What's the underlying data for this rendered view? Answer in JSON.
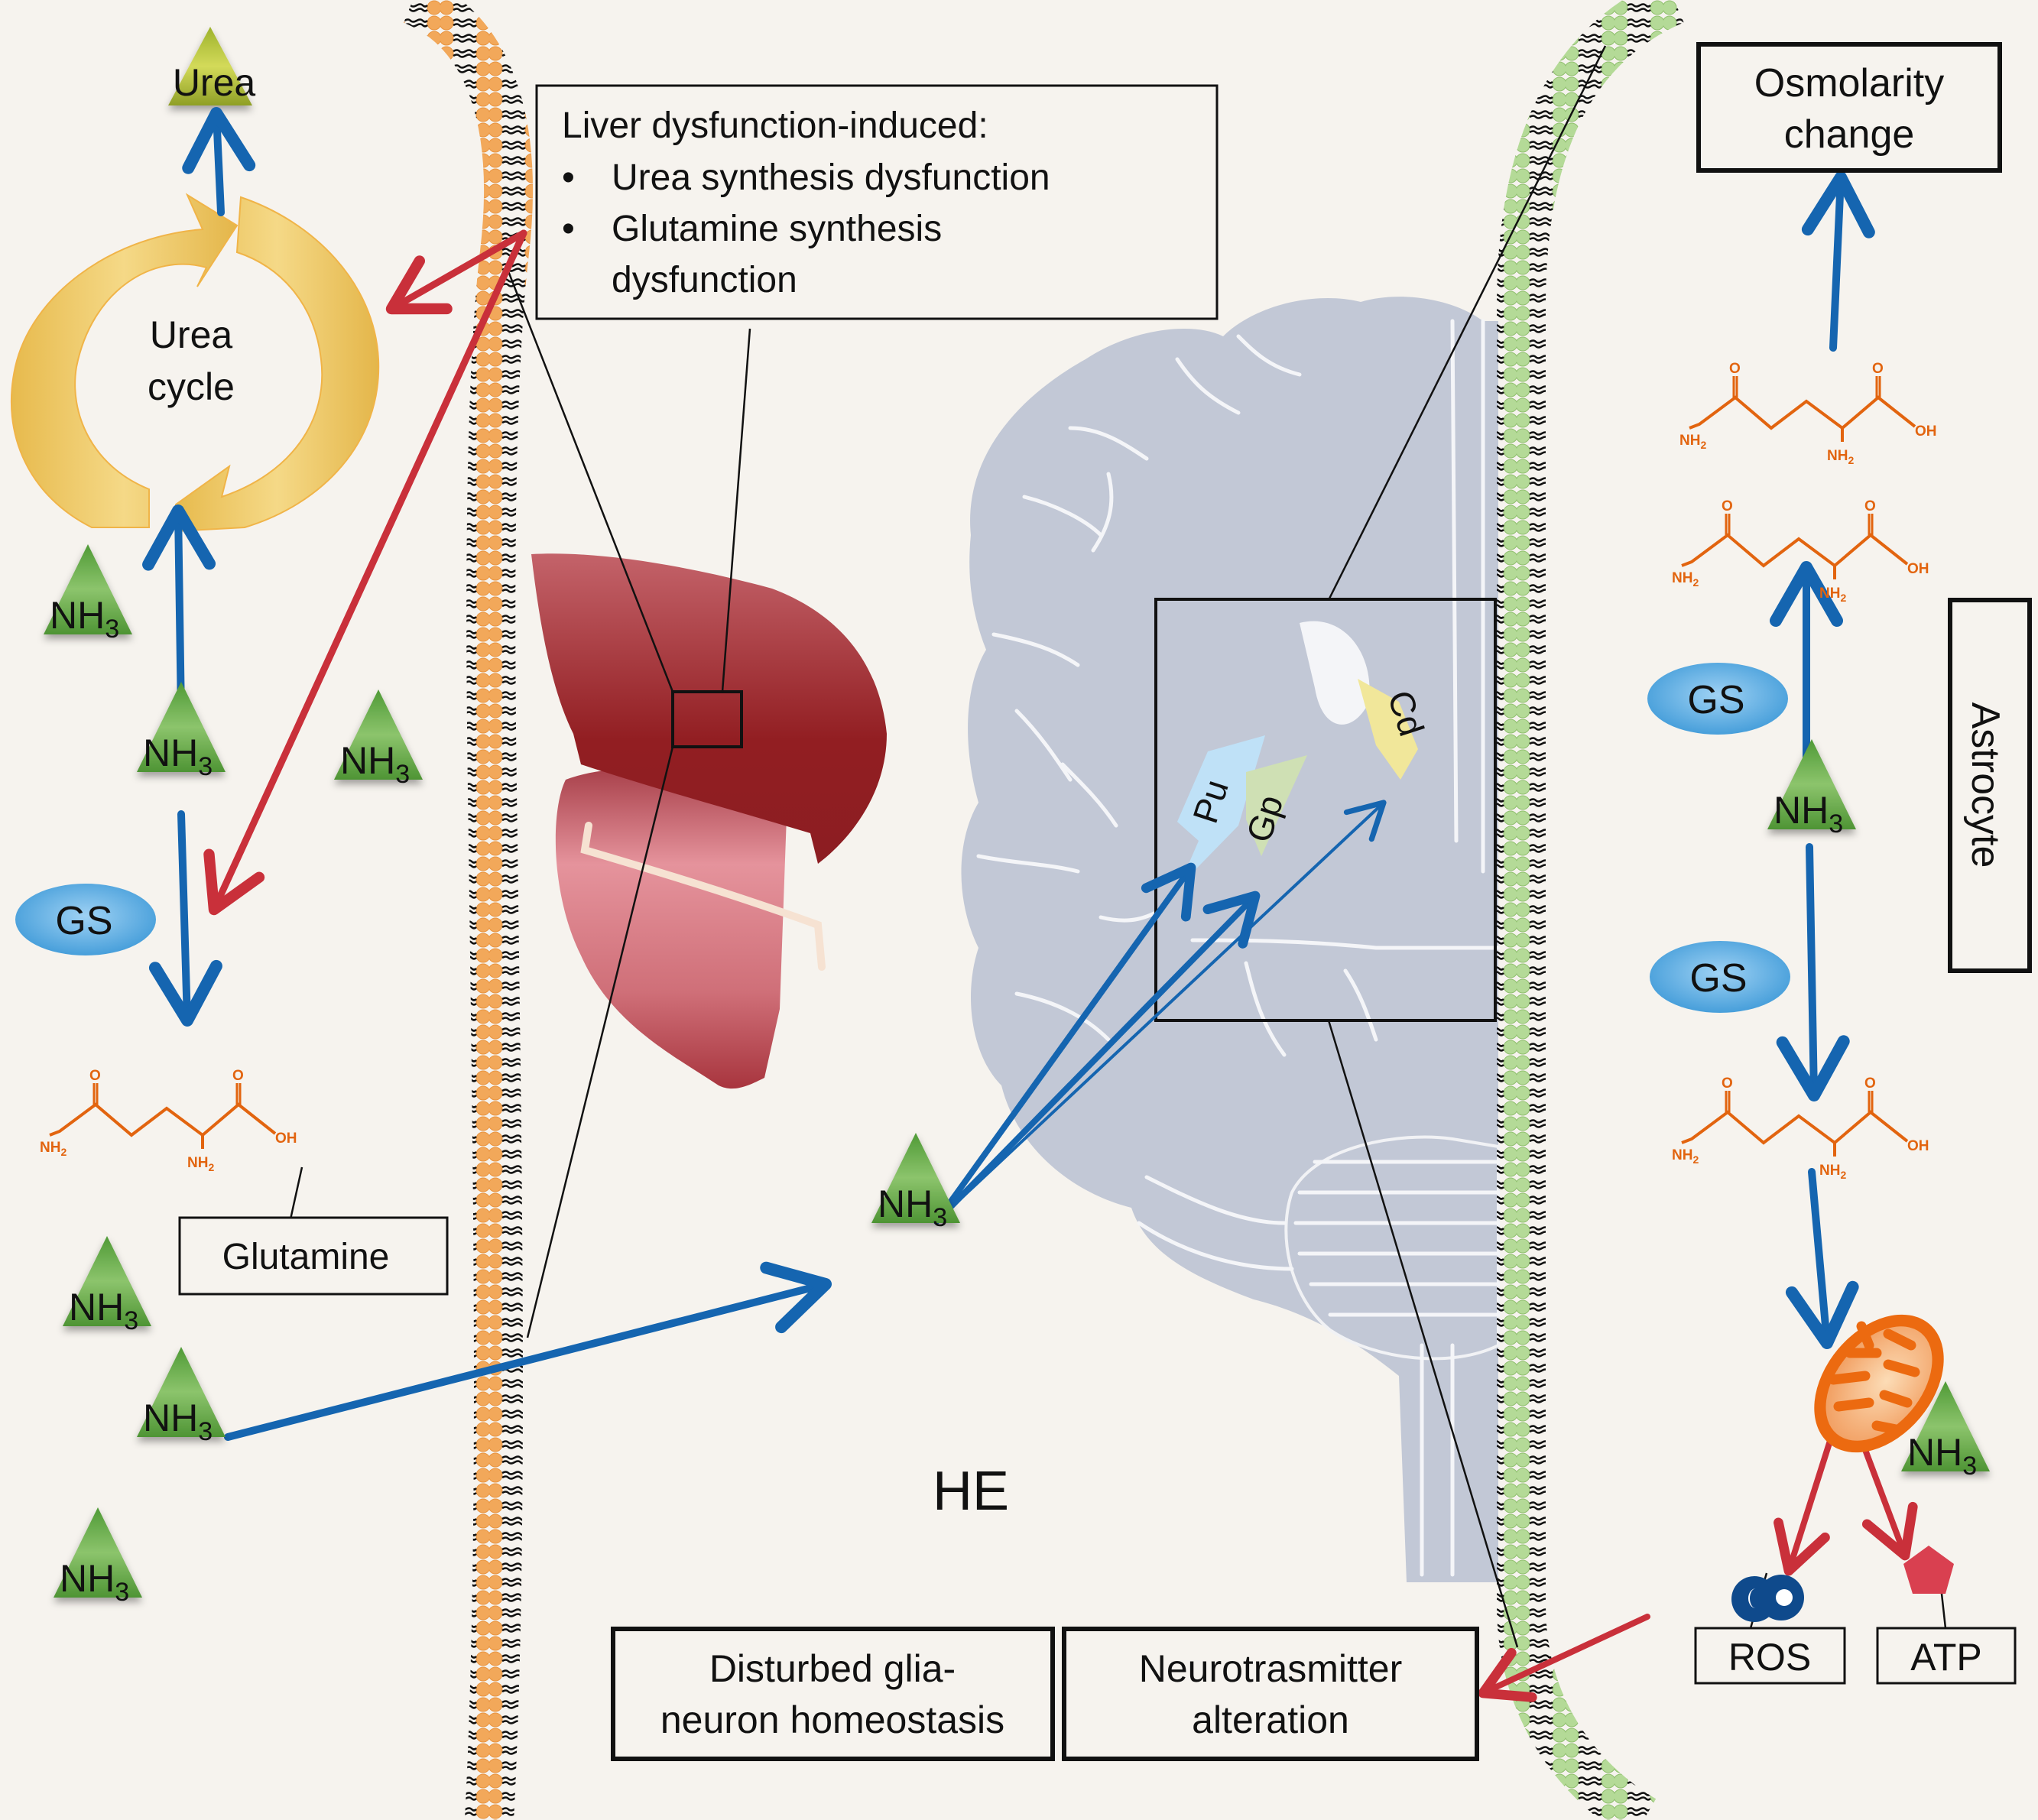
{
  "title_label": "HE",
  "colors": {
    "background": "#f6f3ee",
    "hepatocyte_membrane": "#f2a85a",
    "astrocyte_membrane": "#a9d18e",
    "nh3_green": "#5fa544",
    "urea_olive": "#b5c23a",
    "urea_cycle_gold": "#eec865",
    "gs_blue": "#5aaee4",
    "arrow_blue": "#1565b0",
    "arrow_red": "#c9303a",
    "liver_dark": "#9a2126",
    "liver_light": "#e08a92",
    "brain_gray": "#c2c8d6",
    "glutamine_orange": "#e2640f",
    "mitochondria_orange": "#ec6a10",
    "ros_navy": "#0f4a8c",
    "atp_red": "#d94050",
    "pu_blue": "#bfe1f7",
    "gp_green": "#cfe0b4",
    "cd_yellow": "#f1e79a"
  },
  "hepatocyte": {
    "urea_label": "Urea",
    "urea_cycle_label_line1": "Urea",
    "urea_cycle_label_line2": "cycle",
    "gs_label": "GS",
    "glutamine_box_label": "Glutamine",
    "nh3_label": "NH",
    "nh3_subscript": "3"
  },
  "liver_callout": {
    "heading": "Liver dysfunction-induced:",
    "bullets": [
      "Urea synthesis dysfunction",
      "Glutamine synthesis",
      "dysfunction"
    ],
    "bullet_glyph": "•"
  },
  "brain": {
    "regions": [
      "Pu",
      "Gp",
      "Cd"
    ]
  },
  "astrocyte": {
    "cell_label": "Astrocyte",
    "osmolarity_line1": "Osmolarity",
    "osmolarity_line2": "change",
    "gs_label": "GS",
    "ros_label": "ROS",
    "atp_label": "ATP"
  },
  "glutamine_structure": {
    "oxygen": "O",
    "amine": "NH",
    "amine_subscript": "2",
    "hydroxyl": "OH"
  },
  "outcomes": {
    "glia_line1": "Disturbed glia-",
    "glia_line2": "neuron homeostasis",
    "neuro_line1": "Neurotrasmitter",
    "neuro_line2": "alteration"
  }
}
